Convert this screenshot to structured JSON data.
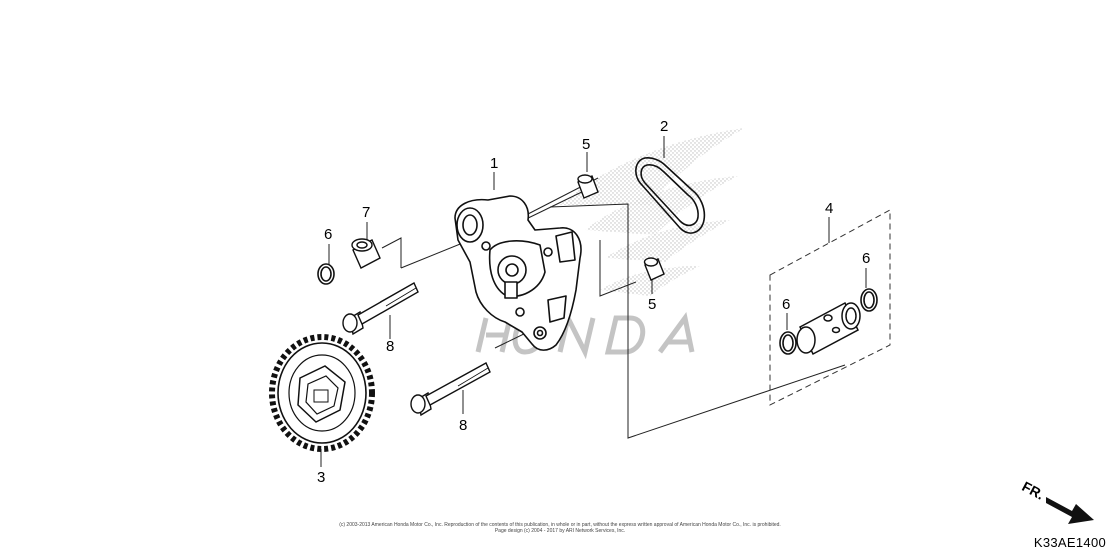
{
  "callouts": {
    "c1": "1",
    "c2": "2",
    "c3": "3",
    "c4": "4",
    "c5a": "5",
    "c5b": "5",
    "c6a": "6",
    "c6b": "6",
    "c6c": "6",
    "c7": "7",
    "c8a": "8",
    "c8b": "8"
  },
  "direction_label": "FR.",
  "diagram_code": "K33AE1400",
  "copyright": {
    "line1": "(c) 2003-2013 American Honda Motor Co., Inc. Reproduction of the contents of this publication, in whole or in part, without the express written approval of American Honda Motor Co., Inc. is prohibited.",
    "line2": "Page design (c) 2004 - 2017 by ARI Network Services, Inc."
  },
  "watermark": "HONDA"
}
